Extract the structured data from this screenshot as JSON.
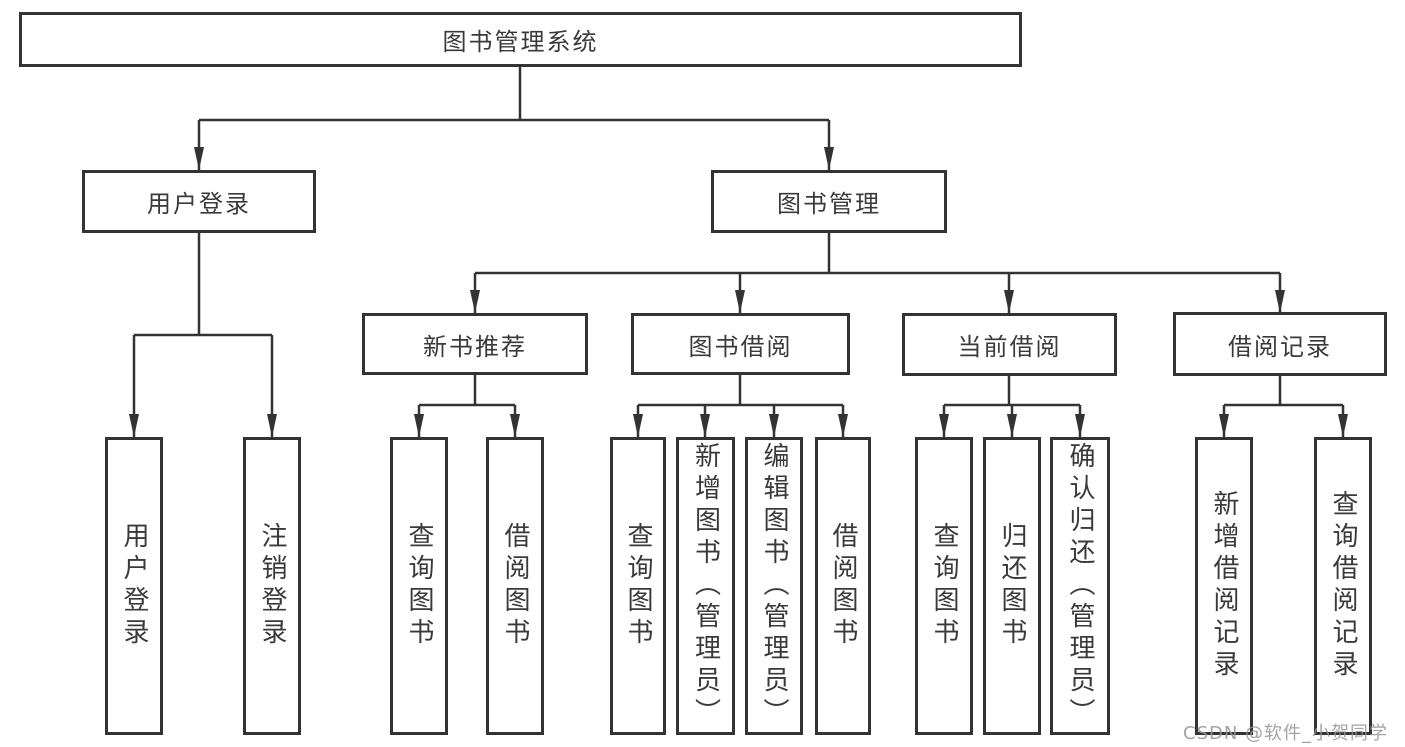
{
  "diagram": {
    "root": "图书管理系统",
    "level2": {
      "user_login": "用户登录",
      "book_management": "图书管理"
    },
    "level3": {
      "new_book_recommend": "新书推荐",
      "book_borrow": "图书借阅",
      "current_borrow": "当前借阅",
      "borrow_records": "借阅记录"
    },
    "leaves": {
      "user_login": "用户登录",
      "logout": "注销登录",
      "rec_query_book": "查询图书",
      "rec_borrow_book": "借阅图书",
      "bb_query_book": "查询图书",
      "bb_add_book_admin": "新增图书（管理员）",
      "bb_edit_book_admin": "编辑图书（管理员）",
      "bb_borrow_book": "借阅图书",
      "cb_query_book": "查询图书",
      "cb_return_book": "归还图书",
      "cb_confirm_return_admin": "确认归还（管理员）",
      "br_add_record": "新增借阅记录",
      "br_query_record": "查询借阅记录"
    },
    "watermark": "CSDN @软件_小贺同学",
    "colors": {
      "line": "#333333",
      "text": "#3a3a3a",
      "watermark": "#969696"
    }
  }
}
